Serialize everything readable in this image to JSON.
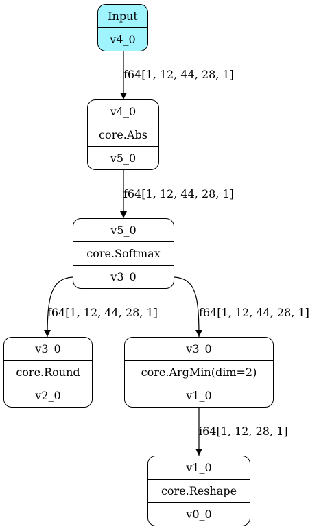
{
  "nodes": {
    "input": {
      "title": "Input",
      "out": "v4_0"
    },
    "abs": {
      "in": "v4_0",
      "op": "core.Abs",
      "out": "v5_0"
    },
    "softmax": {
      "in": "v5_0",
      "op": "core.Softmax",
      "out": "v3_0"
    },
    "round": {
      "in": "v3_0",
      "op": "core.Round",
      "out": "v2_0"
    },
    "argmin": {
      "in": "v3_0",
      "op": "core.ArgMin(dim=2)",
      "out": "v1_0"
    },
    "reshape": {
      "in": "v1_0",
      "op": "core.Reshape",
      "out": "v0_0"
    }
  },
  "edges": {
    "input_abs": "f64[1, 12, 44, 28, 1]",
    "abs_softmax": "f64[1, 12, 44, 28, 1]",
    "softmax_round": "f64[1, 12, 44, 28, 1]",
    "softmax_argmin": "f64[1, 12, 44, 28, 1]",
    "argmin_reshape": "i64[1, 12, 28, 1]"
  },
  "colors": {
    "input_fill": "#9ff4fd",
    "stroke": "#000000"
  }
}
